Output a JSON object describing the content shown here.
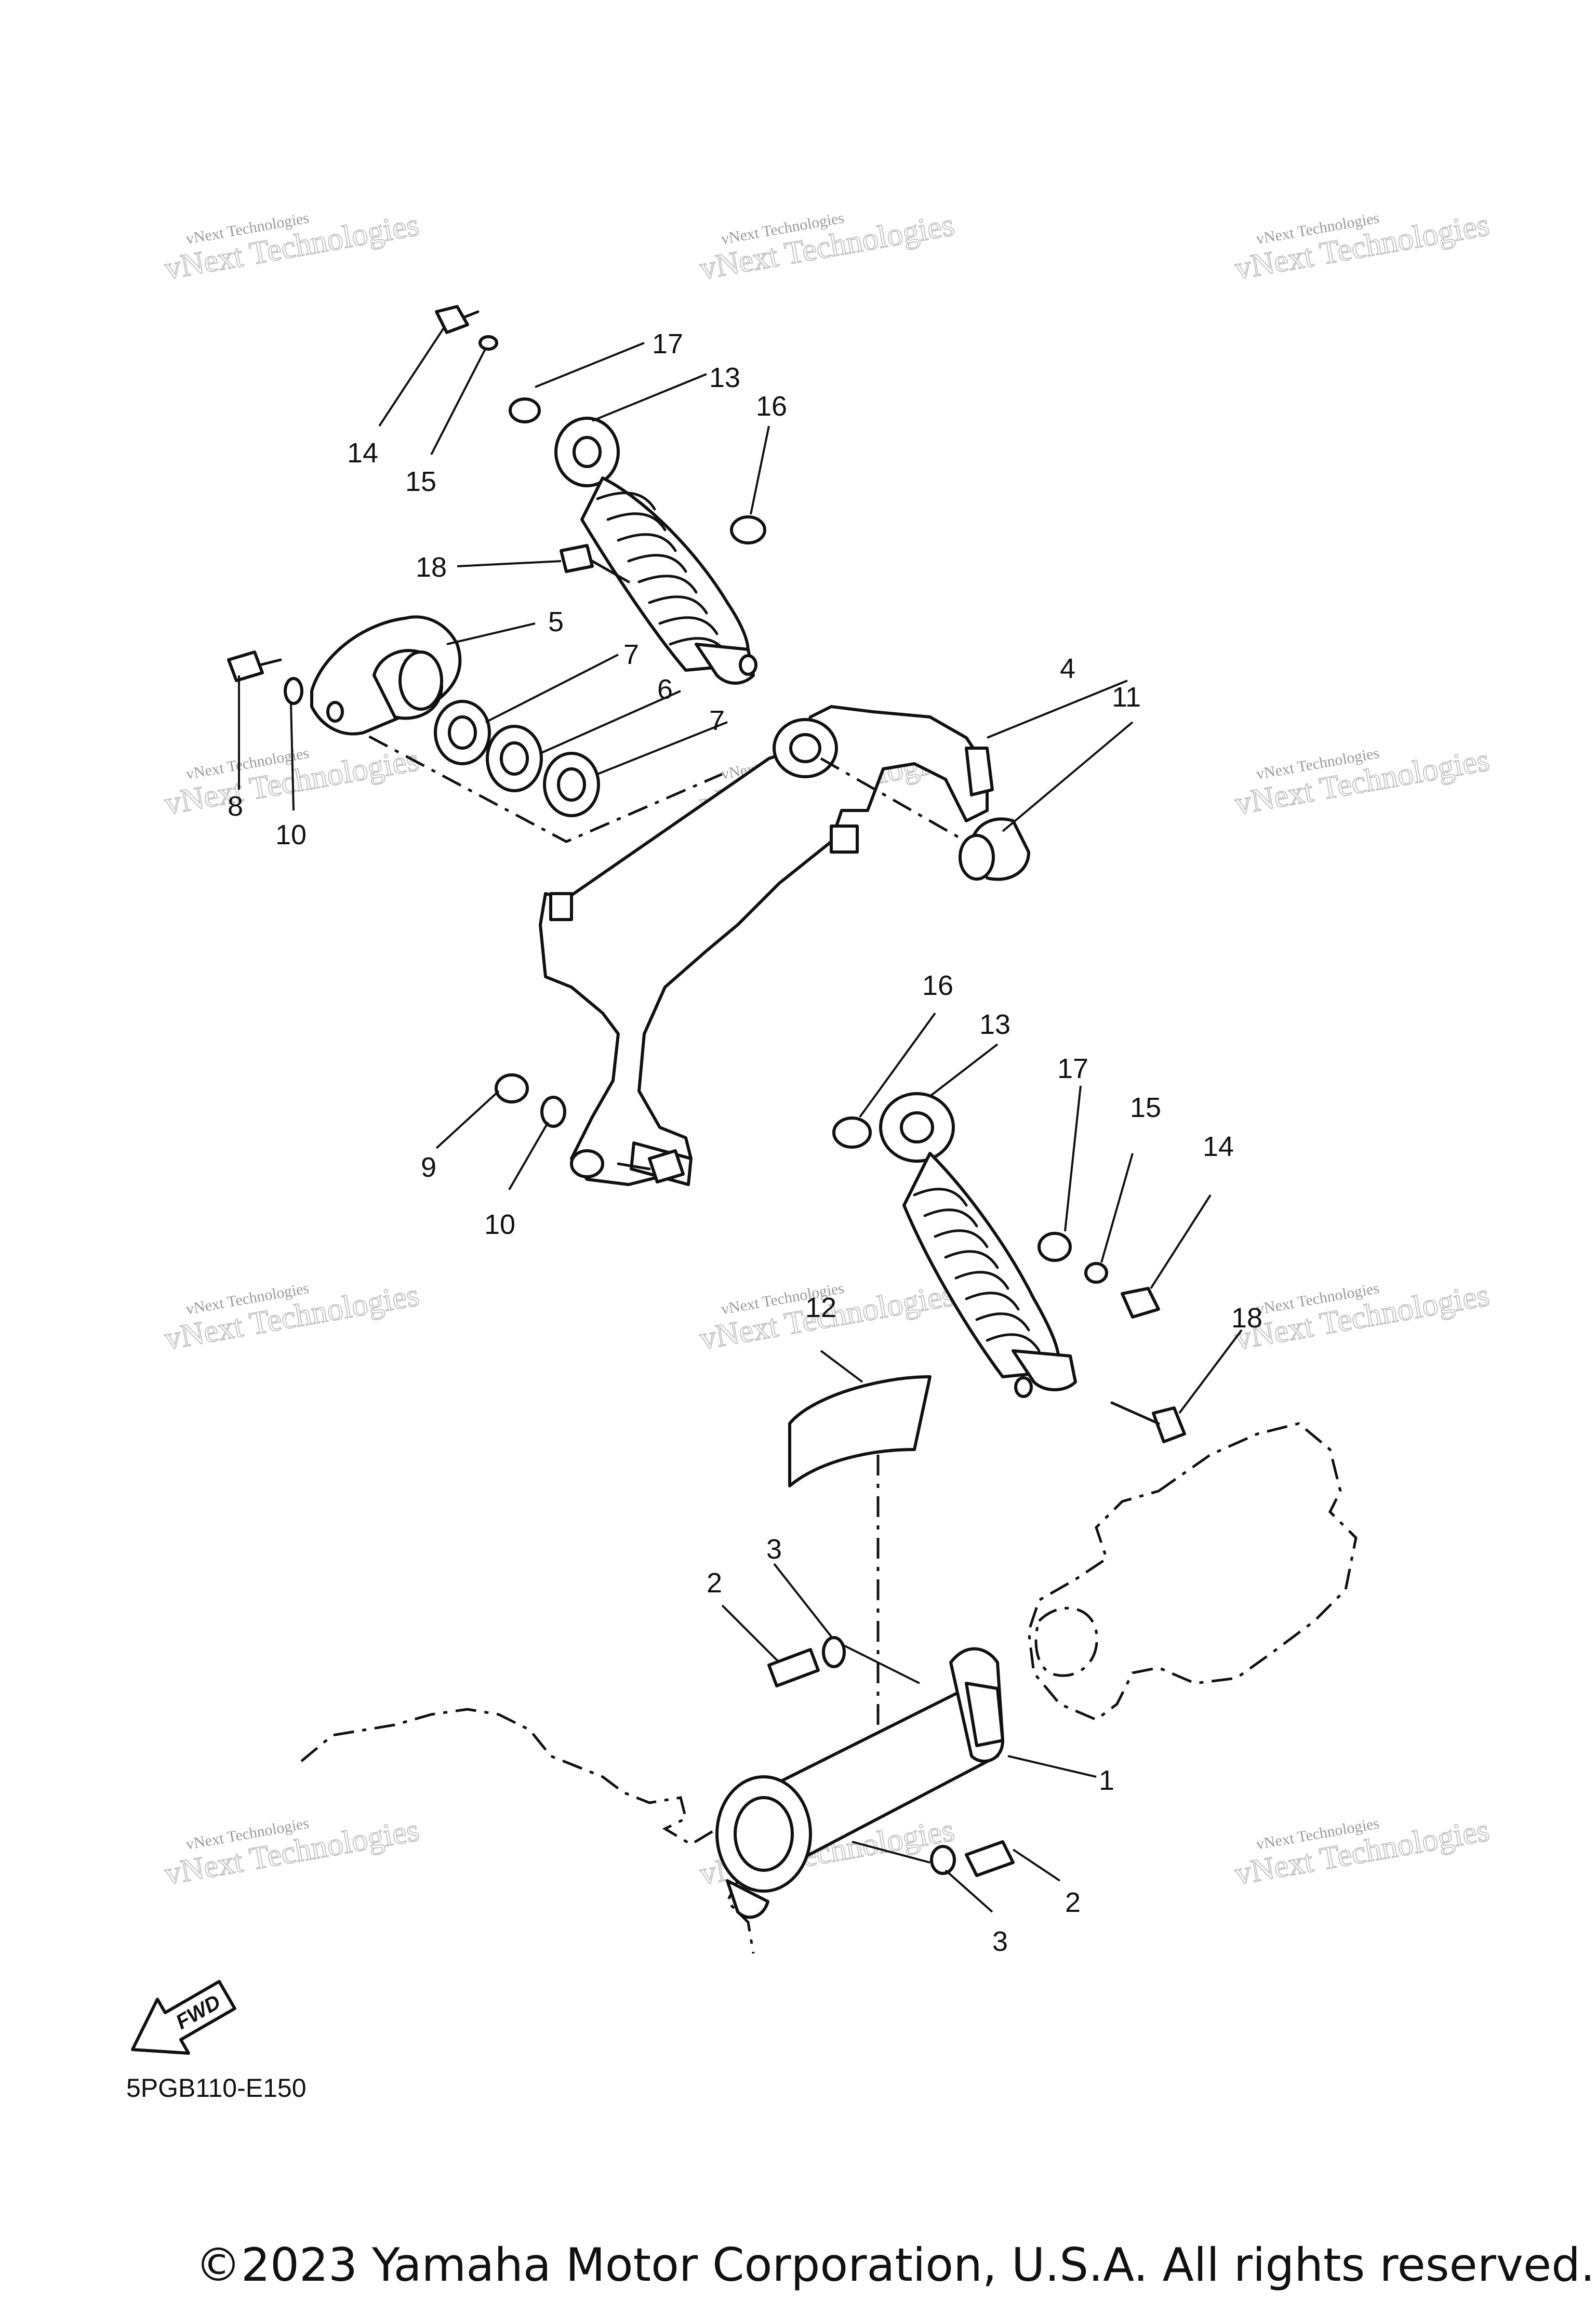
{
  "diagram": {
    "code": "5PGB110-E150",
    "fwd_label": "FWD",
    "copyright": "©2023 Yamaha Motor Corporation, U.S.A. All rights reserved.",
    "watermark_line1": "vNext Technologies",
    "watermark_line2": "vNext Technologies",
    "callouts": [
      "1",
      "2",
      "2",
      "3",
      "3",
      "4",
      "5",
      "6",
      "7",
      "7",
      "8",
      "9",
      "10",
      "10",
      "11",
      "12",
      "13",
      "13",
      "14",
      "14",
      "15",
      "15",
      "16",
      "16",
      "17",
      "17",
      "18",
      "18"
    ]
  }
}
